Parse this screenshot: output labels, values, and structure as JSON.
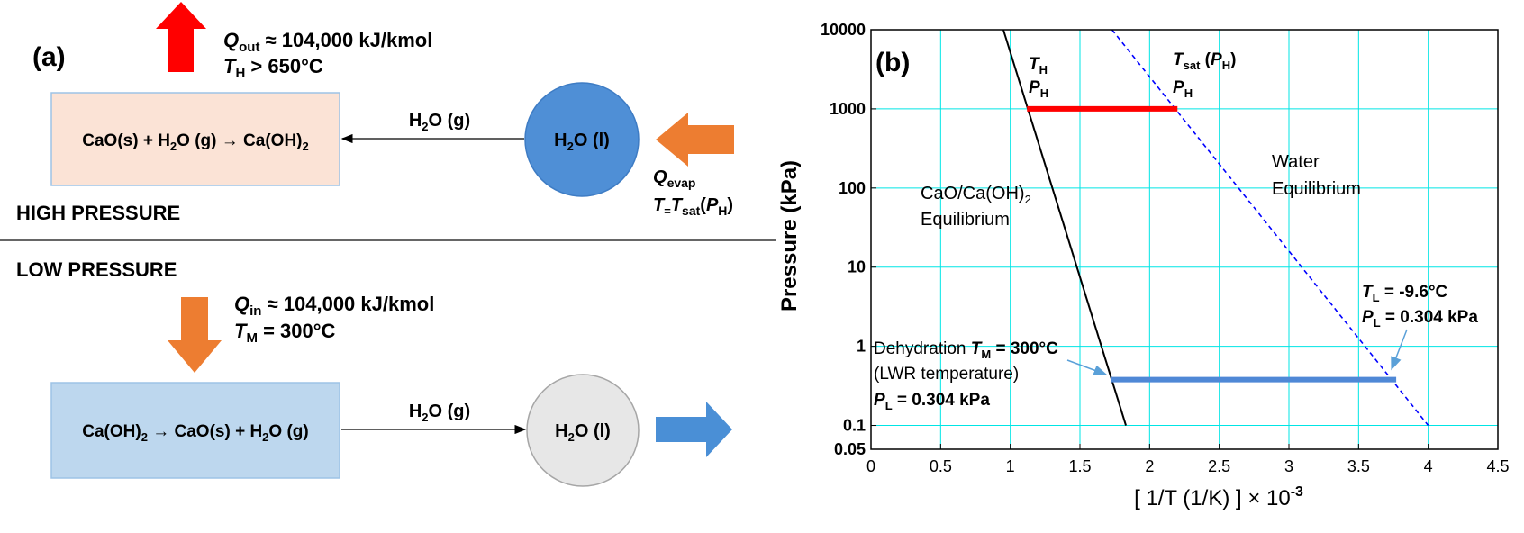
{
  "panel_a": {
    "label": "(a)",
    "high_pressure_label": "HIGH PRESSURE",
    "low_pressure_label": "LOW PRESSURE",
    "top_reaction": {
      "lhs": "CaO(s) + H",
      "lhs_sub": "2",
      "lhs_rest": "O (g)",
      "arrow": "→",
      "rhs": "Ca(OH)",
      "rhs_sub": "2",
      "box_color": "#fbe3d6"
    },
    "bottom_reaction": {
      "lhs": "Ca(OH)",
      "lhs_sub": "2",
      "arrow": "→",
      "rhs": "CaO(s) + H",
      "rhs_sub": "2",
      "rhs_rest": "O (g)",
      "box_color": "#bdd7ee"
    },
    "top_vapor_label": {
      "main": "H",
      "sub": "2",
      "rest": "O (g)"
    },
    "bottom_vapor_label": {
      "main": "H",
      "sub": "2",
      "rest": "O (g)"
    },
    "top_liquid": {
      "main": "H",
      "sub": "2",
      "rest": "O (l)",
      "color": "#4f8fd6"
    },
    "bottom_liquid": {
      "main": "H",
      "sub": "2",
      "rest": "O (l)",
      "color": "#e7e7e7"
    },
    "q_out": {
      "symbol": "Q",
      "sub": "out",
      "rest": " ≈ 104,000 kJ/kmol"
    },
    "t_high": {
      "symbol": "T",
      "sub": "H",
      "rest": " > 650°C"
    },
    "q_evap": {
      "symbol": "Q",
      "sub": "evap"
    },
    "t_sat": {
      "symbol": "T",
      "eq": "=",
      "symbol2": "T",
      "sub": "sat",
      "paren_open": "(",
      "symbol3": "P",
      "sub3": "H",
      "paren_close": ")"
    },
    "q_in": {
      "symbol": "Q",
      "sub": "in",
      "rest": " ≈ 104,000 kJ/kmol"
    },
    "t_mid": {
      "symbol": "T",
      "sub": "M",
      "rest": " = 300°C"
    },
    "colors": {
      "red_arrow": "#ff0000",
      "orange_arrow": "#ed7d31",
      "blue_arrow": "#4a8fd6"
    }
  },
  "panel_b": {
    "label": "(b)",
    "annot_th": {
      "symbol": "T",
      "sub": "H"
    },
    "annot_ph": {
      "symbol": "P",
      "sub": "H"
    },
    "annot_tsat": {
      "symbol": "T",
      "sub": "sat",
      "paren": " (",
      "symbol2": "P",
      "sub2": "H",
      "close": ")"
    },
    "annot_ph2": {
      "symbol": "P",
      "sub": "H"
    },
    "water_eq": [
      "Water",
      "Equilibrium"
    ],
    "cao_eq": {
      "line1": "CaO/Ca(OH)",
      "line1_sub": "2",
      "line2": "Equilibrium"
    },
    "tl_annot": {
      "symbol": "T",
      "sub": "L",
      "rest": " = -9.6°C"
    },
    "pl_annot": {
      "symbol": "P",
      "sub": "L",
      "rest": " = 0.304 kPa"
    },
    "dehyd": {
      "pre": "Dehydration ",
      "symbol": "T",
      "sub": "M",
      "rest": " = 300°C"
    },
    "lwr": "(LWR temperature)",
    "pl2": {
      "symbol": "P",
      "sub": "L",
      "rest": " = 0.304 kPa"
    }
  },
  "chart_data": {
    "type": "line",
    "xlabel": "[ 1/T (1/K) ] × 10",
    "xlabel_sup": "-3",
    "ylabel": "Pressure (kPa)",
    "xlim": [
      0,
      4.5
    ],
    "ylim": [
      0.05,
      10000
    ],
    "yscale": "log",
    "grid": true,
    "xticks": [
      "0",
      "0.5",
      "1",
      "1.5",
      "2",
      "2.5",
      "3",
      "3.5",
      "4",
      "4.5"
    ],
    "xtick_values": [
      0,
      0.5,
      1,
      1.5,
      2,
      2.5,
      3,
      3.5,
      4,
      4.5
    ],
    "yticks": [
      "10000",
      "1000",
      "100",
      "10",
      "1",
      "0.1",
      "0.05"
    ],
    "ytick_values": [
      10000,
      1000,
      100,
      10,
      1,
      0.1,
      0.05
    ],
    "series": [
      {
        "key": "cao",
        "color": "#000000",
        "dash": "",
        "width": 2,
        "x": [
          0.95,
          1.83
        ],
        "y": [
          10000,
          0.1
        ]
      },
      {
        "key": "water",
        "color": "#0000ff",
        "dash": "5,4",
        "width": 1.6,
        "x": [
          1.73,
          4.0
        ],
        "y": [
          10000,
          0.1
        ]
      },
      {
        "key": "high",
        "color": "#ff0000",
        "dash": "",
        "width": 6,
        "x": [
          1.12,
          2.2
        ],
        "y": [
          1000,
          1000
        ]
      },
      {
        "key": "low",
        "color": "#4f88d6",
        "dash": "",
        "width": 6,
        "x": [
          1.72,
          3.77
        ],
        "y": [
          0.38,
          0.38
        ]
      }
    ],
    "colors": {
      "grid": "#00e5e5",
      "axis": "#000000"
    }
  }
}
